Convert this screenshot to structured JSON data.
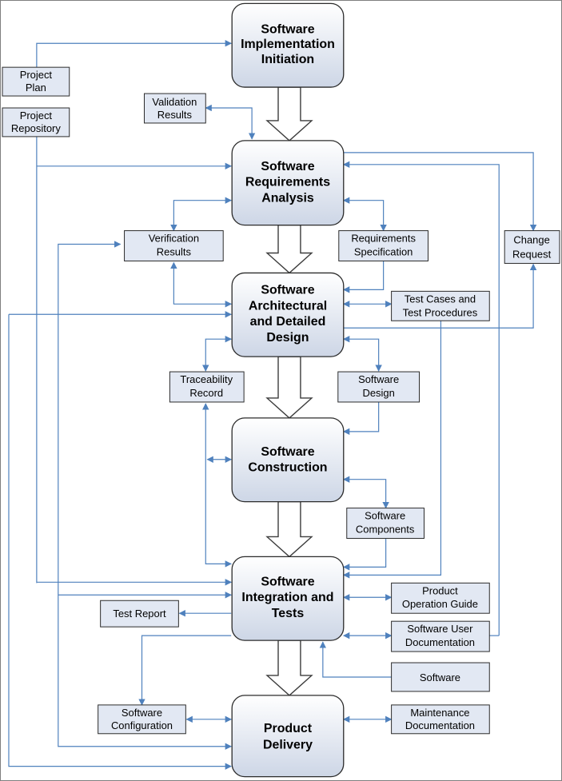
{
  "processes": {
    "initiation": [
      "Software",
      "Implementation",
      "Initiation"
    ],
    "requirements": [
      "Software",
      "Requirements",
      "Analysis"
    ],
    "design": [
      "Software",
      "Architectural",
      "and Detailed",
      "Design"
    ],
    "construction": [
      "Software",
      "Construction"
    ],
    "integration": [
      "Software",
      "Integration and",
      "Tests"
    ],
    "delivery": [
      "Product",
      "Delivery"
    ]
  },
  "documents": {
    "project_plan": [
      "Project",
      "Plan"
    ],
    "project_repository": [
      "Project",
      "Repository"
    ],
    "validation_results": [
      "Validation",
      "Results"
    ],
    "verification_results": [
      "Verification",
      "Results"
    ],
    "requirements_specification": [
      "Requirements",
      "Specification"
    ],
    "change_request": [
      "Change",
      "Request"
    ],
    "test_cases": [
      "Test Cases and",
      "Test Procedures"
    ],
    "traceability_record": [
      "Traceability",
      "Record"
    ],
    "software_design": [
      "Software",
      "Design"
    ],
    "software_components": [
      "Software",
      "Components"
    ],
    "product_operation_guide": [
      "Product",
      "Operation Guide"
    ],
    "test_report": [
      "Test Report"
    ],
    "software_user_documentation": [
      "Software User",
      "Documentation"
    ],
    "software": [
      "Software"
    ],
    "software_configuration": [
      "Software",
      "Configuration"
    ],
    "maintenance_documentation": [
      "Maintenance",
      "Documentation"
    ]
  },
  "colors": {
    "arrow": "#4f81bd",
    "process_fill_top": "#ffffff",
    "process_fill_bottom": "#cdd6e6",
    "document_fill": "#e2e8f3"
  }
}
